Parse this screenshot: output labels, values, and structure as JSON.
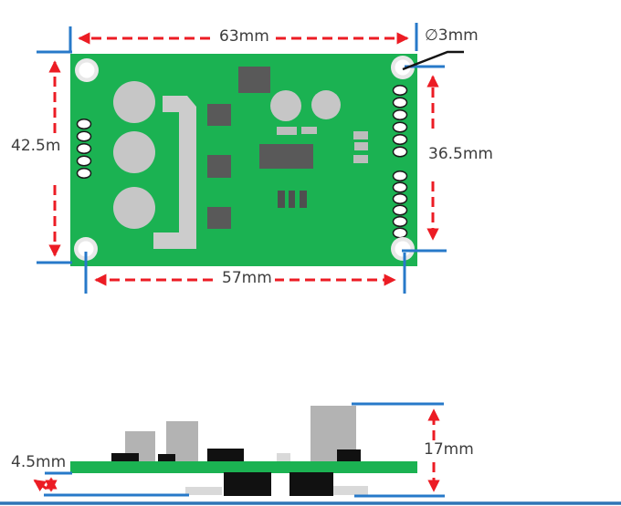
{
  "diagram": {
    "kind": "pcb-dimension-drawing",
    "top_view": {
      "dim_width_top": "63mm",
      "dim_height_left": "42.5m",
      "dim_hole_diameter": "∅3mm",
      "dim_height_right": "36.5mm",
      "dim_width_bottom": "57mm",
      "mounting_holes": 4,
      "left_pads": 5,
      "right_pads_top": 6,
      "right_pads_bottom": 6
    },
    "side_view": {
      "dim_bottom_clearance": "4.5mm",
      "dim_total_height": "17mm"
    },
    "colors": {
      "pcb_green": "#1bb252",
      "dimension_red": "#ec1c24",
      "extension_blue": "#2779c9",
      "footer_blue": "#2e75b6",
      "component_dark_gray": "#595959",
      "component_light_gray": "#c6c6c6",
      "component_black": "#111111",
      "label_text": "#3d3d3d"
    }
  }
}
